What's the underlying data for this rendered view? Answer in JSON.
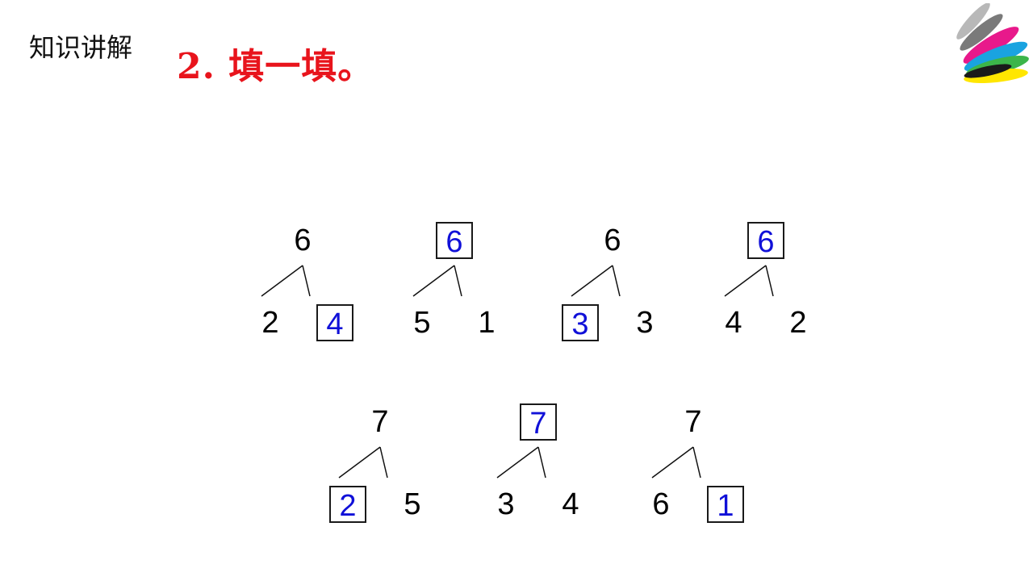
{
  "header": {
    "section_label": "知识讲解",
    "title": "2. 填一填。"
  },
  "colors": {
    "title": "#e8141c",
    "answer": "#1010d8",
    "text": "#000000"
  },
  "bonds": [
    {
      "top": "6",
      "left": "2",
      "right": "4",
      "answer": "right"
    },
    {
      "top": "6",
      "left": "5",
      "right": "1",
      "answer": "top"
    },
    {
      "top": "6",
      "left": "3",
      "right": "3",
      "answer": "left"
    },
    {
      "top": "6",
      "left": "4",
      "right": "2",
      "answer": "top"
    },
    {
      "top": "7",
      "left": "2",
      "right": "5",
      "answer": "left"
    },
    {
      "top": "7",
      "left": "3",
      "right": "4",
      "answer": "top"
    },
    {
      "top": "7",
      "left": "6",
      "right": "1",
      "answer": "right"
    }
  ]
}
